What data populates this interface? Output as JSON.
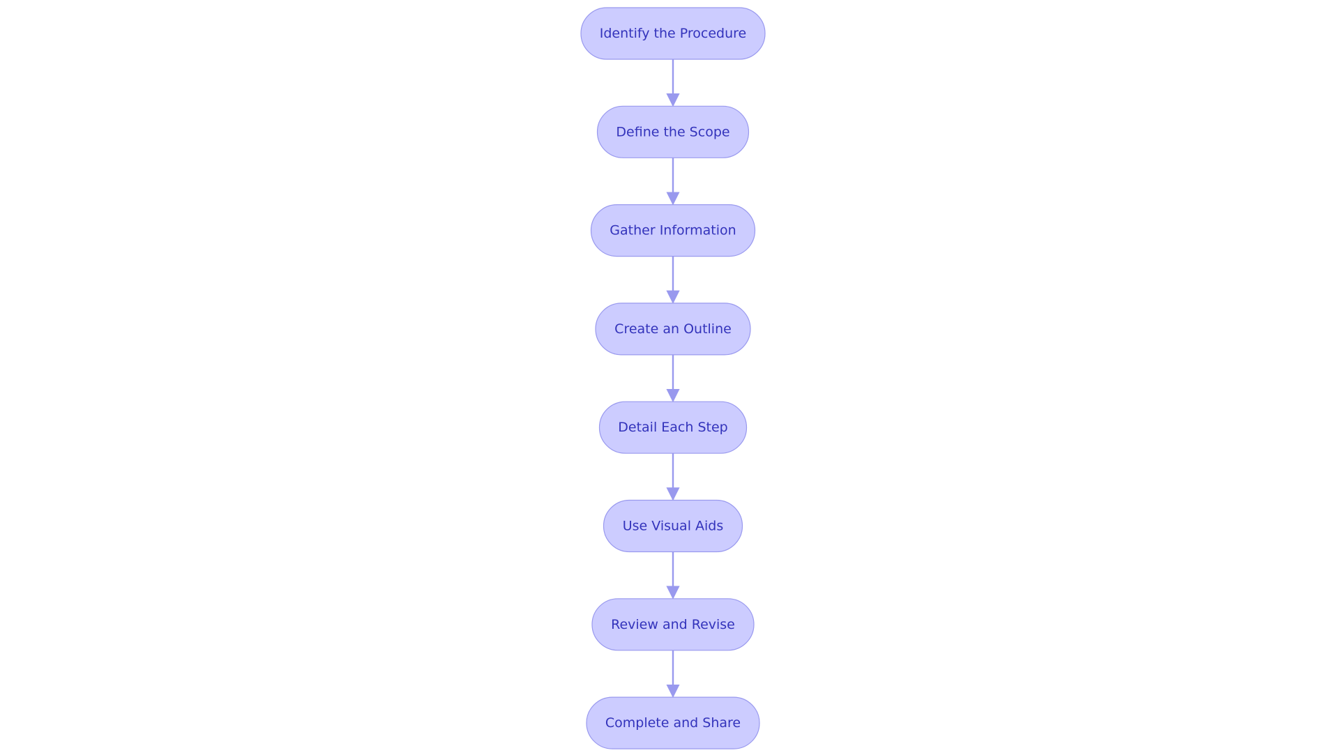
{
  "diagram": {
    "type": "flowchart",
    "direction": "top-to-bottom",
    "colors": {
      "node_fill": "#ccccff",
      "node_stroke": "#9999ee",
      "node_text": "#3333bb",
      "edge": "#9999ee",
      "background": "#ffffff"
    },
    "nodes": [
      {
        "id": "identify",
        "label": "Identify the Procedure"
      },
      {
        "id": "scope",
        "label": "Define the Scope"
      },
      {
        "id": "gather",
        "label": "Gather Information"
      },
      {
        "id": "outline",
        "label": "Create an Outline"
      },
      {
        "id": "detail",
        "label": "Detail Each Step"
      },
      {
        "id": "visual",
        "label": "Use Visual Aids"
      },
      {
        "id": "review",
        "label": "Review and Revise"
      },
      {
        "id": "complete",
        "label": "Complete and Share"
      }
    ],
    "edges": [
      {
        "from": "identify",
        "to": "scope"
      },
      {
        "from": "scope",
        "to": "gather"
      },
      {
        "from": "gather",
        "to": "outline"
      },
      {
        "from": "outline",
        "to": "detail"
      },
      {
        "from": "detail",
        "to": "visual"
      },
      {
        "from": "visual",
        "to": "review"
      },
      {
        "from": "review",
        "to": "complete"
      }
    ]
  }
}
